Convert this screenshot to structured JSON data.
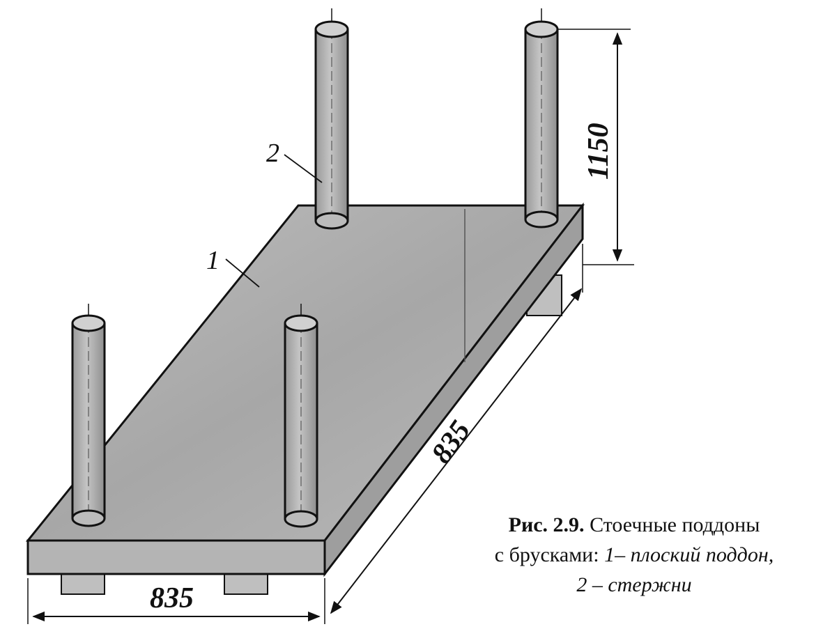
{
  "diagram": {
    "dimensions": {
      "width": "835",
      "length": "835",
      "height": "1150"
    },
    "callouts": {
      "pallet": "1",
      "rod": "2"
    }
  },
  "caption": {
    "figure_label": "Рис. 2.9.",
    "text_1": " Стоечные поддоны",
    "text_2": "с брусками: ",
    "item_1": "1– плоский поддон,",
    "item_2": "2 – стержни"
  },
  "colors": {
    "fill_light": "#c9c9c9",
    "fill_mid": "#a9a9a9",
    "fill_dark": "#8c8c8c",
    "ink": "#111111"
  }
}
